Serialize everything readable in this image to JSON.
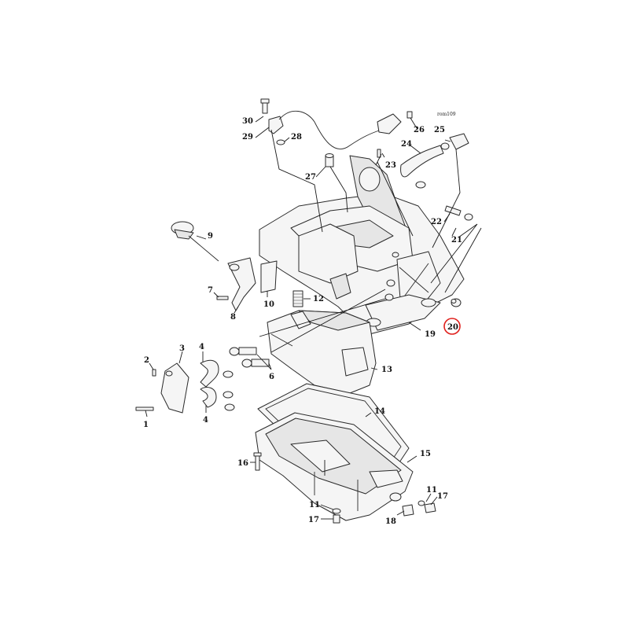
{
  "diagram": {
    "ref_tag": "rom109",
    "accent_color": "#e0201c",
    "highlighted_callout": "20",
    "callouts": {
      "c1": "1",
      "c2": "2",
      "c3": "3",
      "c4a": "4",
      "c4b": "4",
      "c6": "6",
      "c7": "7",
      "c8": "8",
      "c9": "9",
      "c10": "10",
      "c11": "11",
      "c12": "12",
      "c13": "13",
      "c14": "14",
      "c15": "15",
      "c16": "16",
      "c17a": "17",
      "c17b": "17",
      "c18": "18",
      "c19": "19",
      "c20": "20",
      "c21": "21",
      "c22": "22",
      "c23": "23",
      "c24": "24",
      "c25": "25",
      "c26": "26",
      "c27": "27",
      "c28": "28",
      "c29": "29",
      "c30": "30"
    }
  }
}
